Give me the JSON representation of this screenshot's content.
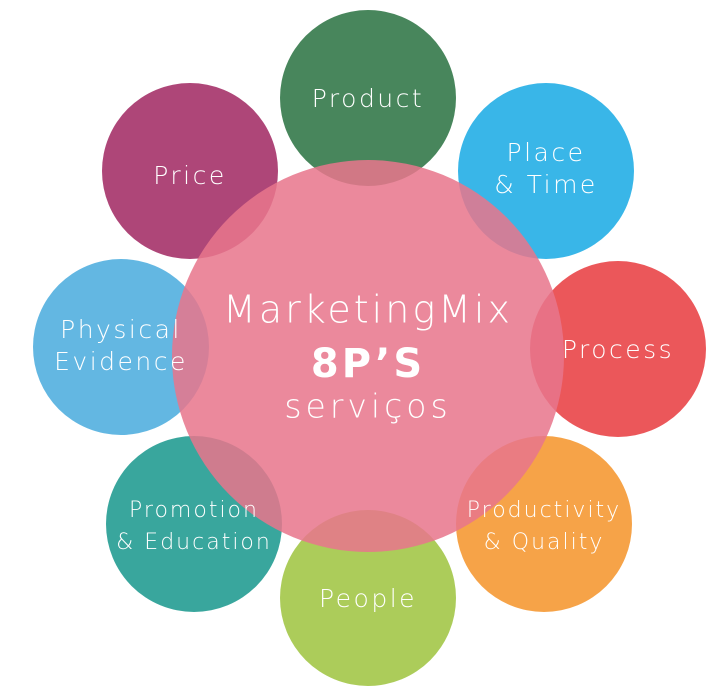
{
  "center": {
    "title": "MarketingMix",
    "subtitle": "8P’S",
    "caption": "serviços",
    "color": "#e8768c"
  },
  "petals": [
    {
      "id": "product",
      "lines": [
        "Product"
      ],
      "color": "#3a7d50"
    },
    {
      "id": "place-time",
      "lines": [
        "Place",
        "& Time"
      ],
      "color": "#2ab0e6"
    },
    {
      "id": "process",
      "lines": [
        "Process"
      ],
      "color": "#e94a4e"
    },
    {
      "id": "productivity-quality",
      "lines": [
        "Productivity",
        "& Quality"
      ],
      "color": "#f59c3a"
    },
    {
      "id": "people",
      "lines": [
        "People"
      ],
      "color": "#a6c84e"
    },
    {
      "id": "promotion-education",
      "lines": [
        "Promotion",
        "& Education"
      ],
      "color": "#2a9f96"
    },
    {
      "id": "physical-evidence",
      "lines": [
        "Physical",
        "Evidence"
      ],
      "color": "#57b1e0"
    },
    {
      "id": "price",
      "lines": [
        "Price"
      ],
      "color": "#a8386e"
    }
  ]
}
